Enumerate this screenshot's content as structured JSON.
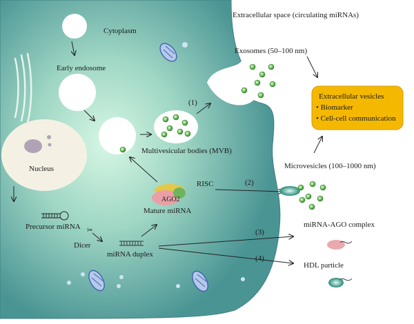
{
  "labels": {
    "extracellular": "Extracellular space (circulating miRNAs)",
    "cytoplasm": "Cytoplasm",
    "early_endosome": "Early endosome",
    "exosomes": "Exosomes (50–100 nm)",
    "mvb": "Multivesicular bodies (MVB)",
    "microvesicles": "Microvesicles (100–1000 nm)",
    "nucleus": "Nucleus",
    "precursor": "Precursor miRNA",
    "dicer": "Dicer",
    "duplex": "miRNA duplex",
    "mature": "Mature miRNA",
    "ago2": "AGO2",
    "risc": "RISC",
    "ago_complex": "miRNA-AGO complex",
    "hdl": "HDL particle",
    "step1": "(1)",
    "step2": "(2)",
    "step3": "(3)",
    "step4": "(4)"
  },
  "vesicles_box": {
    "title": "Extracellular vesicles",
    "item1": "• Biomarker",
    "item2": "• Cell-cell communication"
  },
  "colors": {
    "cell_fill": "#4f9c9c",
    "cell_center": "#bfeeda",
    "nucleus": "#f3f0e3",
    "box_fill": "#f5b800",
    "vesicle_green": "#3f9a3a"
  }
}
